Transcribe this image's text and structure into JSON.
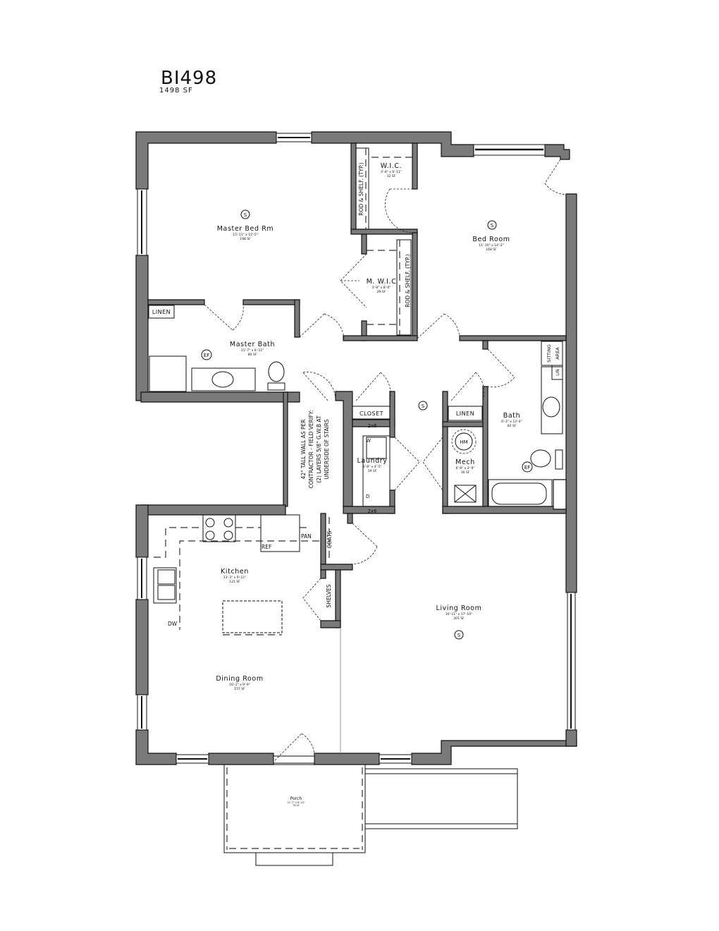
{
  "plan": {
    "name": "BI498",
    "area": "1498 SF"
  },
  "rooms": {
    "master_bed": {
      "name": "Master Bed Rm",
      "dims": "15'-11\" x 12'-5\"",
      "area": "198 SF"
    },
    "wic": {
      "name": "W.I.C.",
      "dims": "4'-8\" x 6'-11\"",
      "area": "32 SF"
    },
    "bed_room": {
      "name": "Bed Room",
      "dims": "11'-10\" x 14'-3\"",
      "area": "168 SF"
    },
    "m_wic": {
      "name": "M. W.I.C",
      "dims": "3'-8\" x 8'-0\"",
      "area": "29 SF"
    },
    "master_bath": {
      "name": "Master Bath",
      "dims": "11'-7\" x 6'-11\"",
      "area": "80 SF"
    },
    "bath": {
      "name": "Bath",
      "dims": "6'-3\" x 13'-4\"",
      "area": "83 SF"
    },
    "laundry": {
      "name": "Laundry",
      "dims": "3'-8\" x 4'-5\"",
      "area": "19 SF"
    },
    "mech": {
      "name": "Mech",
      "dims": "6'-8\" x 2'-9\"",
      "area": "16 SF"
    },
    "kitchen": {
      "name": "Kitchen",
      "dims": "13'-3\" x 9'-11\"",
      "area": "121 SF"
    },
    "dining": {
      "name": "Dining Room",
      "dims": "16'-1\" x 9'-9\"",
      "area": "157 SF"
    },
    "living": {
      "name": "Living Room",
      "dims": "16'-11\" x 17'-10\"",
      "area": "301 SF"
    },
    "porch": {
      "name": "Porch",
      "dims": "11'-7\" x 6'-10\"",
      "area": "76 SF"
    }
  },
  "labels": {
    "rod_shelf_1": "ROD & SHELF. (TYP.)",
    "rod_shelf_2": "ROD & SHELF. (TYP.)",
    "linen_master": "LINEN",
    "linen_hall": "LINEN",
    "closet": "CLOSET",
    "lin": "LIN",
    "sitting_1": "SITTING",
    "sitting_2": "AREA",
    "stair_note_1": "42\" TALL WALL AS PER",
    "stair_note_2": "CONTRACTOR - FIELD VERIFY:",
    "stair_note_3": "(2) LAYERS 5/8\" G.W.B AT",
    "stair_note_4": "UNDERSIDE OF STAIRS",
    "twobysix_1": "2x6",
    "twobysix_2": "2x6",
    "washer": "W",
    "dryer": "D",
    "hm": "HM",
    "ef1": "EF",
    "ef2": "EF",
    "smoke": "S",
    "ref": "REF",
    "pan": "PAN",
    "dw": "DW",
    "coats": "COATS",
    "shelves": "SHELVES"
  }
}
